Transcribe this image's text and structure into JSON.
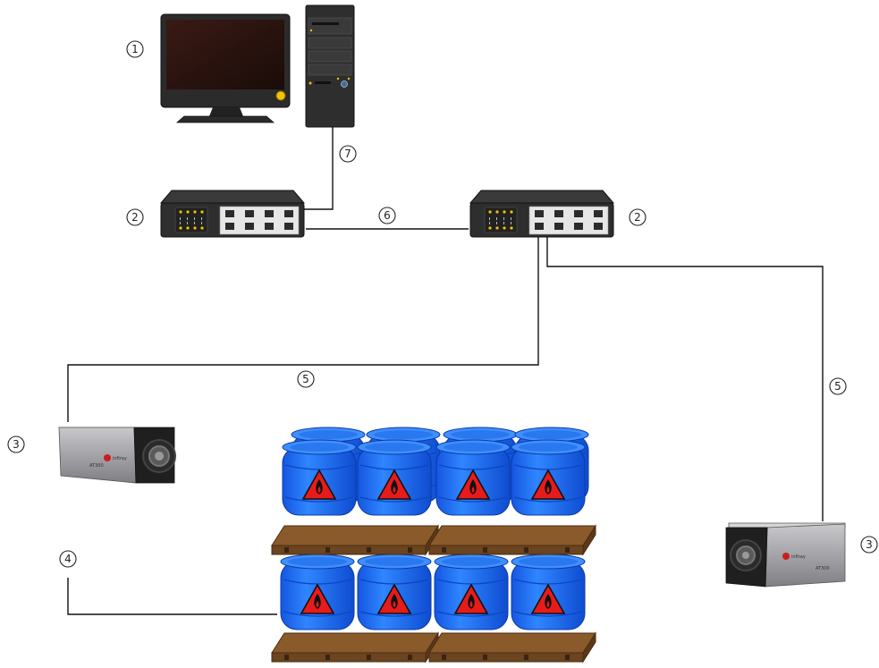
{
  "markers": {
    "computer": "1",
    "switch": "2",
    "camera": "3",
    "fire_alarm_wire": "4",
    "camera_cable": "5",
    "switch_link": "6",
    "uplink_cable": "7"
  },
  "camera": {
    "brand_mark": "infiray",
    "model": "AT300"
  },
  "colors": {
    "barrel": "#1f6fff",
    "barrel_dark": "#0b4fd6",
    "pallet": "#8b5a2b",
    "warning_red": "#e81b1b",
    "led_yellow": "#f2c200",
    "switch_body": "#2e2e2e",
    "camera_body": "#9e9ea3"
  }
}
